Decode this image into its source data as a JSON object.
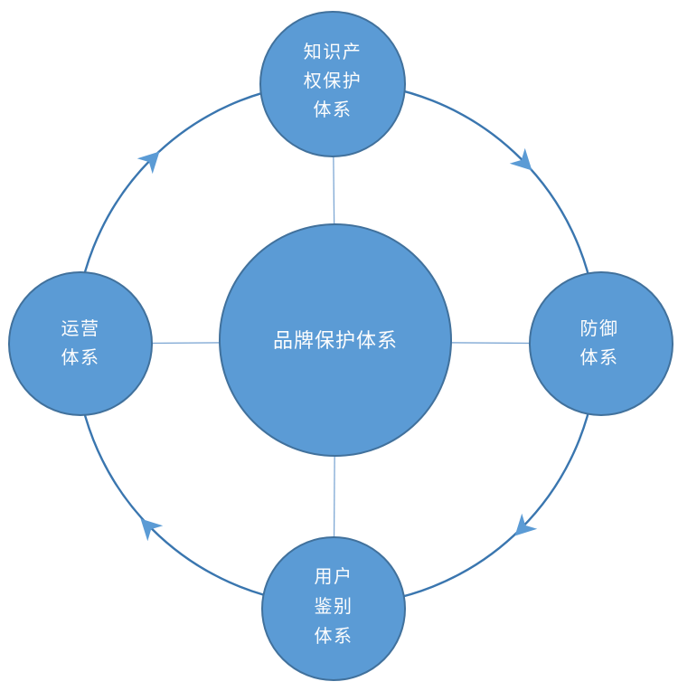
{
  "diagram": {
    "type": "cycle-relationship-diagram",
    "background": "#FFFFFF",
    "colors": {
      "node_fill": "#5B9BD5",
      "node_border": "#41719C",
      "orbit_stroke": "#3A76AF",
      "connector_stroke": "#7FA8D4",
      "arrowhead_fill": "#5B9BD5",
      "label_color": "#FFFFFF"
    },
    "center_node": {
      "label": "品牌保护体系"
    },
    "satellite_nodes": {
      "top": {
        "label": "知识产权保护体系",
        "lines": [
          "知识产",
          "权保护",
          "体系"
        ]
      },
      "right": {
        "label": "防御体系",
        "lines": [
          "防御",
          "体系"
        ]
      },
      "bottom": {
        "label": "用户鉴别体系",
        "lines": [
          "用户",
          "鉴别",
          "体系"
        ]
      },
      "left": {
        "label": "运营体系",
        "lines": [
          "运营",
          "体系"
        ]
      }
    },
    "cycle_arrows": {
      "count": 4,
      "direction": "clockwise"
    }
  }
}
